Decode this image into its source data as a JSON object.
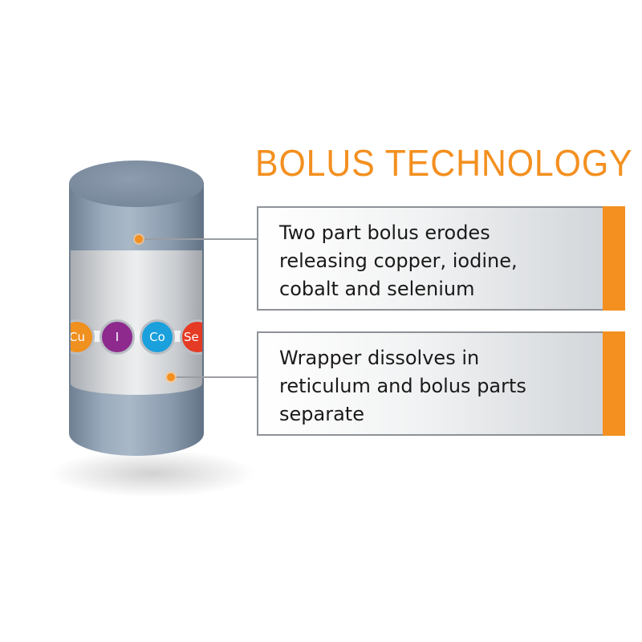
{
  "title": "BOLUS TECHNOLOGY",
  "elements": [
    "Cu",
    "I",
    "Co",
    "Se"
  ],
  "callouts": [
    {
      "text": "Two part bolus erodes\nreleasing copper, iodine,\ncobalt and selenium"
    },
    {
      "text": "Wrapper dissolves in\nreticulum and bolus parts\nseparate"
    }
  ],
  "colors": {
    "accent": "#f39020",
    "cu": "#f0901e",
    "i": "#8e2a8e",
    "co": "#1aa0dc",
    "se": "#e53a24"
  }
}
